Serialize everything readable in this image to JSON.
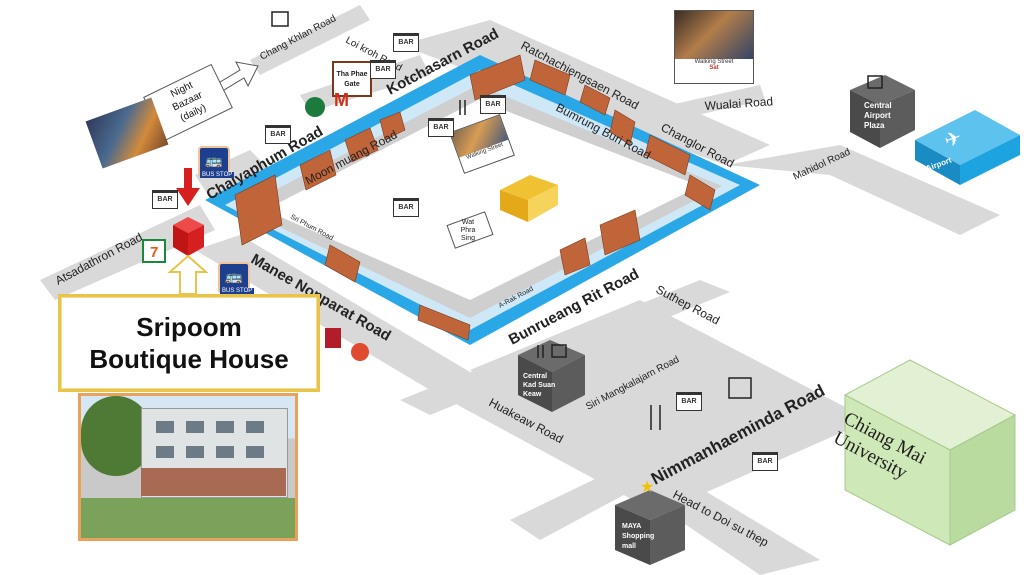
{
  "hotel": {
    "name_line1": "Sripoom",
    "name_line2": "Boutique House"
  },
  "roads": {
    "atsadathron": "Atsadathron Road",
    "chaiyaphum": "Chaiyaphum Road",
    "manee_nopparat": "Manee Nopparat Road",
    "moon_muang": "Moon muang Road",
    "kotchasarn": "Kotchasarn Road",
    "ratchachiengsaen": "Ratchachiengsaen Road",
    "bumrung_buri": "Bumrung Buri Road",
    "changlor": "Changlor Road",
    "a_rak": "A-Rak Road",
    "bunrueang_rit": "Bunrueang Rit Road",
    "suthep": "Suthep Road",
    "siri_mangkalajarn": "Siri Mangkalajarn Road",
    "nimmanhaeminda": "Nimmanhaeminda Road",
    "huakeaw": "Huakeaw Road",
    "head_to_doi_suthep": "Head to Doi su thep",
    "mahidol": "Mahidol Road",
    "wualai": "Wualai Road",
    "chang_khlan": "Chang Khlan Road",
    "loi_kroh": "Loi kroh Road",
    "sri_phum": "Sri Phum Road"
  },
  "landmarks": {
    "night_bazaar_1": "Night",
    "night_bazaar_2": "Bazaar",
    "night_bazaar_3": "(daily)",
    "tha_phae_gate_1": "Tha Phae",
    "tha_phae_gate_2": "Gate",
    "walking_street_sat": "Walking Street",
    "sat": "Sat",
    "walking_street_sun": "Walking Street",
    "wat_phra_singh_1": "Wat",
    "wat_phra_singh_2": "Phra",
    "wat_phra_singh_3": "Sing",
    "central_airport_1": "Central",
    "central_airport_2": "Airport",
    "central_airport_3": "Plaza",
    "airport": "Airport",
    "central_kad_suan_1": "Central",
    "central_kad_suan_2": "Kad Suan",
    "central_kad_suan_3": "Keaw",
    "maya_1": "MAYA",
    "maya_2": "Shopping",
    "maya_3": "mall",
    "cmu_1": "Chiang Mai",
    "cmu_2": "University",
    "bus_stop": "BUS STOP",
    "bar": "BAR"
  },
  "colors": {
    "road": "#d9d9d9",
    "moat_water": "#2aa7e6",
    "brick": "#c0643a",
    "hotel_cube": "#d61f1f",
    "hotel_frame": "#e8c44a",
    "cmu_green": "#cfe8b8",
    "dark_building": "#4a4a4a",
    "airport_blue": "#1da3df"
  },
  "icons": [
    "bus-stop-icon",
    "shopping-bag-icon",
    "bar-sign-icon",
    "fork-knife-icon",
    "starbucks-icon",
    "mcdonalds-icon",
    "kfc-icon",
    "pizza-icon",
    "seven-eleven-icon",
    "airplane-icon",
    "red-arrow-icon"
  ]
}
